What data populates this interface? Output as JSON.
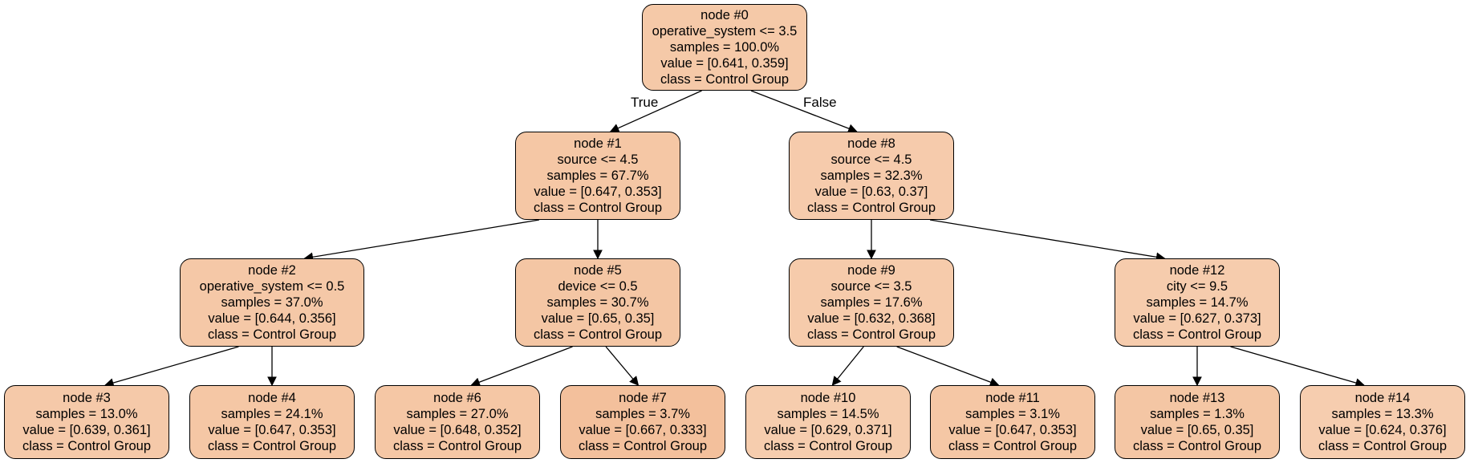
{
  "colors": {
    "fill_by_purity": [
      "#f6d1b5",
      "#f6d0b4",
      "#f5c9a8",
      "#f5c8a7",
      "#f3c09c"
    ],
    "edge": "#000000"
  },
  "edge_labels": {
    "true_label": "True",
    "false_label": "False"
  },
  "nodes": [
    {
      "id": "n0",
      "parent": null,
      "lines": [
        "node #0",
        "operative_system <= 3.5",
        "samples = 100.0%",
        "value = [0.641, 0.359]",
        "class = Control Group"
      ],
      "fill": "#f5c9a8"
    },
    {
      "id": "n1",
      "parent": "n0",
      "lines": [
        "node #1",
        "source <= 4.5",
        "samples = 67.7%",
        "value = [0.647, 0.353]",
        "class = Control Group"
      ],
      "fill": "#f5c7a5"
    },
    {
      "id": "n8",
      "parent": "n0",
      "lines": [
        "node #8",
        "source <= 4.5",
        "samples = 32.3%",
        "value = [0.63, 0.37]",
        "class = Control Group"
      ],
      "fill": "#f6cbac"
    },
    {
      "id": "n2",
      "parent": "n1",
      "lines": [
        "node #2",
        "operative_system <= 0.5",
        "samples = 37.0%",
        "value = [0.644, 0.356]",
        "class = Control Group"
      ],
      "fill": "#f5c8a7"
    },
    {
      "id": "n5",
      "parent": "n1",
      "lines": [
        "node #5",
        "device <= 0.5",
        "samples = 30.7%",
        "value = [0.65, 0.35]",
        "class = Control Group"
      ],
      "fill": "#f4c6a4"
    },
    {
      "id": "n9",
      "parent": "n8",
      "lines": [
        "node #9",
        "source <= 3.5",
        "samples = 17.6%",
        "value = [0.632, 0.368]",
        "class = Control Group"
      ],
      "fill": "#f6cbab"
    },
    {
      "id": "n12",
      "parent": "n8",
      "lines": [
        "node #12",
        "city <= 9.5",
        "samples = 14.7%",
        "value = [0.627, 0.373]",
        "class = Control Group"
      ],
      "fill": "#f6ccad"
    },
    {
      "id": "n3",
      "parent": "n2",
      "lines": [
        "node #3",
        "samples = 13.0%",
        "value = [0.639, 0.361]",
        "class = Control Group"
      ],
      "fill": "#f5c9a9"
    },
    {
      "id": "n4",
      "parent": "n2",
      "lines": [
        "node #4",
        "samples = 24.1%",
        "value = [0.647, 0.353]",
        "class = Control Group"
      ],
      "fill": "#f5c7a5"
    },
    {
      "id": "n6",
      "parent": "n5",
      "lines": [
        "node #6",
        "samples = 27.0%",
        "value = [0.648, 0.352]",
        "class = Control Group"
      ],
      "fill": "#f5c7a5"
    },
    {
      "id": "n7",
      "parent": "n5",
      "lines": [
        "node #7",
        "samples = 3.7%",
        "value = [0.667, 0.333]",
        "class = Control Group"
      ],
      "fill": "#f3c09c"
    },
    {
      "id": "n10",
      "parent": "n9",
      "lines": [
        "node #10",
        "samples = 14.5%",
        "value = [0.629, 0.371]",
        "class = Control Group"
      ],
      "fill": "#f6cdae"
    },
    {
      "id": "n11",
      "parent": "n9",
      "lines": [
        "node #11",
        "samples = 3.1%",
        "value = [0.647, 0.353]",
        "class = Control Group"
      ],
      "fill": "#f5c7a5"
    },
    {
      "id": "n13",
      "parent": "n12",
      "lines": [
        "node #13",
        "samples = 1.3%",
        "value = [0.65, 0.35]",
        "class = Control Group"
      ],
      "fill": "#f4c6a4"
    },
    {
      "id": "n14",
      "parent": "n12",
      "lines": [
        "node #14",
        "samples = 13.3%",
        "value = [0.624, 0.376]",
        "class = Control Group"
      ],
      "fill": "#f6cdaf"
    }
  ]
}
